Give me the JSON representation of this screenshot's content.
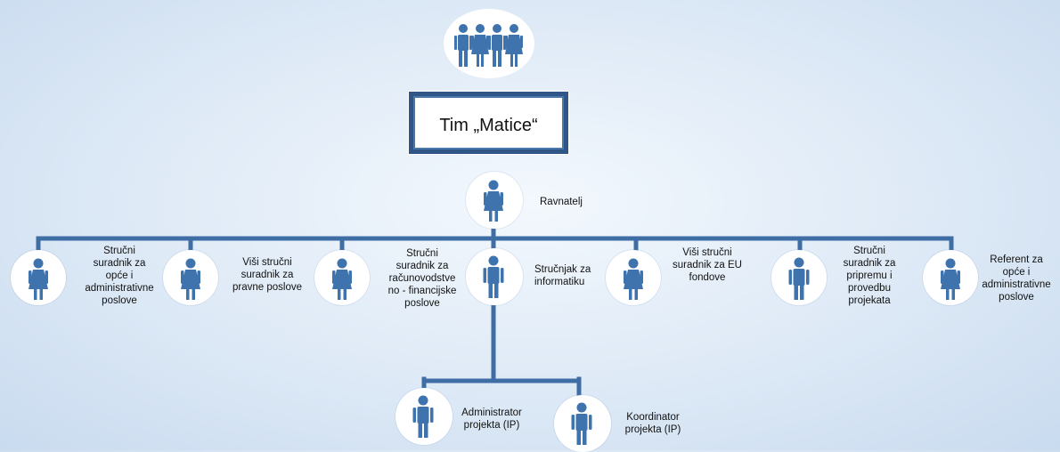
{
  "title": "Tim „Matice“",
  "colors": {
    "line": "#3f6ea5",
    "figure": "#3e73ad",
    "box_border": "#2f5687"
  },
  "director": {
    "label": "Ravnatelj",
    "icon": "female-person-icon"
  },
  "staff": [
    {
      "label": "Stručni\nsuradnik za\nopće i\nadministrativne\nposlove",
      "icon": "female-person-icon"
    },
    {
      "label": "Viši stručni\nsuradnik za\npravne poslove",
      "icon": "female-person-icon"
    },
    {
      "label": "Stručni\nsuradnik za\nračunovodstve\nno - financijske\nposlove",
      "icon": "female-person-icon"
    },
    {
      "label": "Stručnjak za\ninformatiku",
      "icon": "male-person-icon"
    },
    {
      "label": "Viši stručni\nsuradnik za EU\nfondove",
      "icon": "female-person-icon"
    },
    {
      "label": "Stručni\nsuradnik za\npripremu i\nprovedbu\nprojekata",
      "icon": "male-person-icon"
    },
    {
      "label": "Referent za\nopće i\nadministrativne\nposlove",
      "icon": "female-person-icon"
    }
  ],
  "projects": [
    {
      "label": "Administrator\nprojekta (IP)",
      "icon": "male-person-icon"
    },
    {
      "label": "Koordinator\nprojekta (IP)",
      "icon": "male-person-icon"
    }
  ],
  "team_icon": "team-group-icon"
}
